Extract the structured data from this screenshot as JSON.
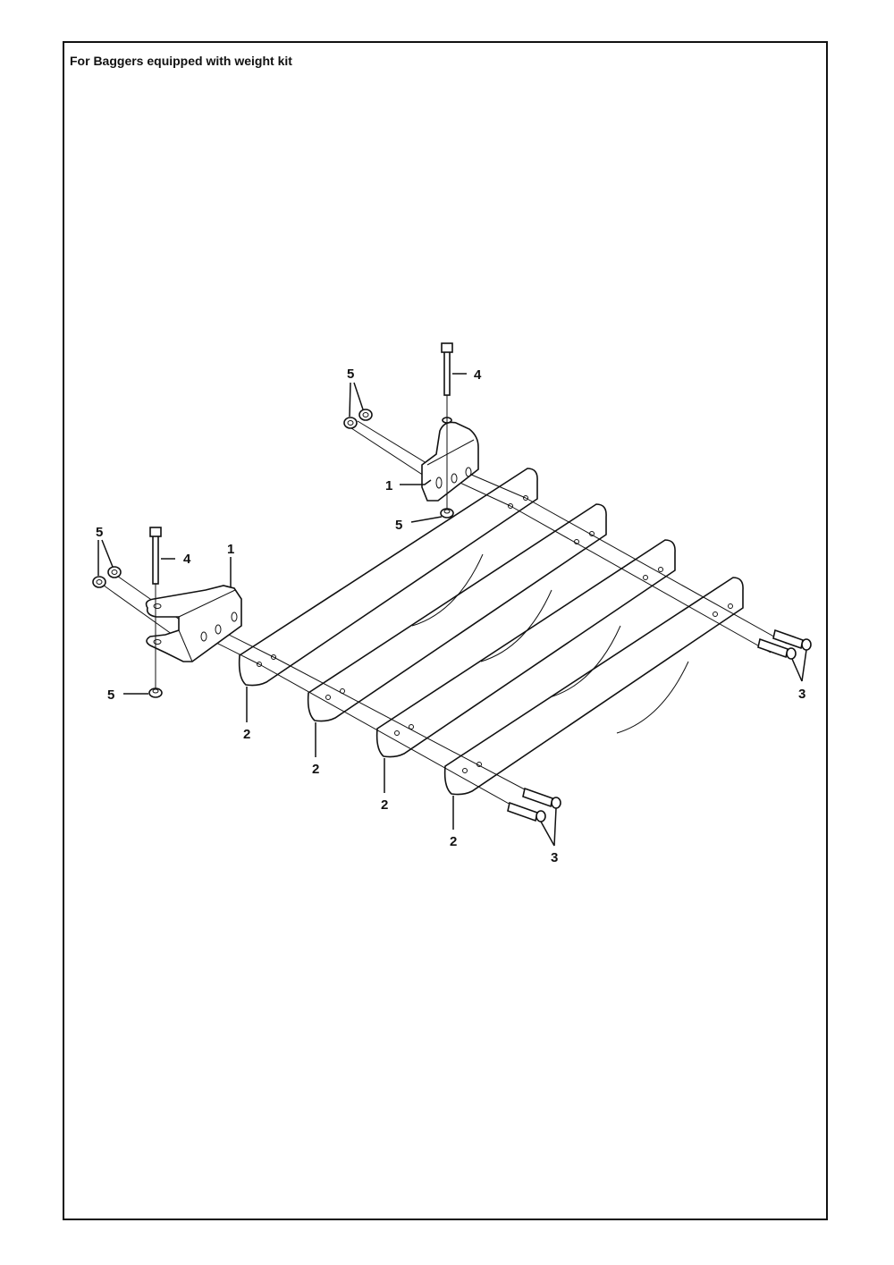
{
  "header": {
    "title": "For Baggers equipped with weight kit"
  },
  "callouts": {
    "bracket_upper": "1",
    "bracket_lower": "1",
    "plate_1": "2",
    "plate_2": "2",
    "plate_3": "2",
    "plate_4": "2",
    "bolts_right": "3",
    "bolts_bottom": "3",
    "pin_upper": "4",
    "pin_lower": "4",
    "nuts_upper": "5",
    "nut_upper_bottom": "5",
    "nuts_lower": "5",
    "nut_lower_bottom": "5"
  }
}
